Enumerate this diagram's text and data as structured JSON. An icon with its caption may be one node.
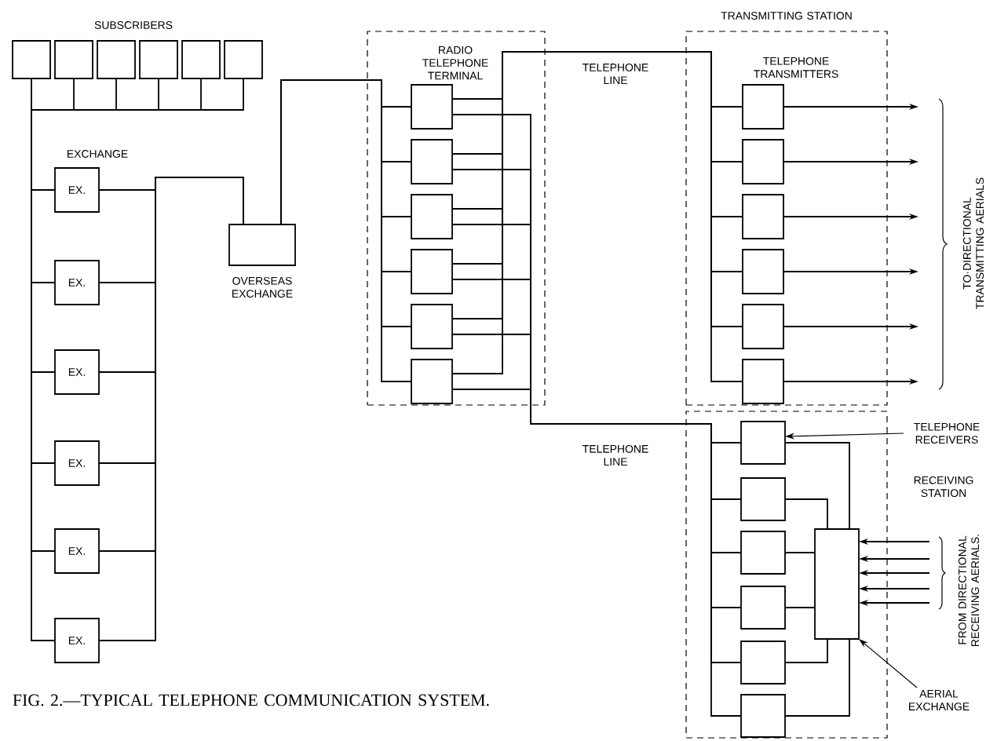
{
  "diagram": {
    "caption": "FIG. 2.—TYPICAL TELEPHONE COMMUNICATION SYSTEM.",
    "nodes": [
      {
        "text": [],
        "shape": "box"
      },
      {
        "text": [],
        "shape": "box"
      },
      {
        "text": [],
        "shape": "box"
      },
      {
        "text": [],
        "shape": "box"
      },
      {
        "text": [],
        "shape": "box"
      },
      {
        "text": [],
        "shape": "box"
      },
      {
        "text": [
          "EX."
        ]
      },
      {
        "text": [
          "EX."
        ]
      },
      {
        "text": [
          "EX."
        ]
      },
      {
        "text": [
          "EX."
        ]
      },
      {
        "text": [
          "EX."
        ]
      },
      {
        "text": [
          "EX."
        ]
      },
      {
        "text": [
          "OVERSEAS EXCHANGE"
        ]
      },
      {
        "text": [
          "RADIO TELEPHONE TERMINAL"
        ]
      },
      {
        "text": [],
        "shape": "box",
        "in": 13
      },
      {
        "text": [],
        "shape": "box",
        "in": 13
      },
      {
        "text": [],
        "shape": "box",
        "in": 13
      },
      {
        "text": [],
        "shape": "box",
        "in": 13
      },
      {
        "text": [],
        "shape": "box",
        "in": 13
      },
      {
        "text": [],
        "shape": "box",
        "in": 13
      },
      {
        "text": [
          "TRANSMITTING STATION",
          "TELEPHONE TRANSMITTERS"
        ]
      },
      {
        "text": [],
        "shape": "box",
        "in": 20
      },
      {
        "text": [],
        "shape": "box",
        "in": 20
      },
      {
        "text": [],
        "shape": "box",
        "in": 20
      },
      {
        "text": [],
        "shape": "box",
        "in": 20
      },
      {
        "text": [],
        "shape": "box",
        "in": 20
      },
      {
        "text": [],
        "shape": "box",
        "in": 20
      },
      {
        "text": [
          "RECEIVING STATION"
        ]
      },
      {
        "text": [],
        "shape": "box",
        "in": 27
      },
      {
        "text": [],
        "shape": "box",
        "in": 27
      },
      {
        "text": [],
        "shape": "box",
        "in": 27
      },
      {
        "text": [],
        "shape": "box",
        "in": 27
      },
      {
        "text": [],
        "shape": "box",
        "in": 27
      },
      {
        "text": [],
        "shape": "box",
        "in": 27
      },
      {
        "text": [],
        "shape": "box",
        "in": 27
      },
      {
        "text": [
          "TELEPHONE RECEIVERS"
        ]
      },
      {
        "text": [
          "AERIAL EXCHANGE"
        ]
      }
    ],
    "edges": [
      {
        "from": 0,
        "to": 6,
        "arrow": "none"
      },
      {
        "from": 1,
        "to": 6,
        "arrow": "none"
      },
      {
        "from": 2,
        "to": 6,
        "arrow": "none"
      },
      {
        "from": 3,
        "to": 6,
        "arrow": "none"
      },
      {
        "from": 4,
        "to": 6,
        "arrow": "none"
      },
      {
        "from": 5,
        "to": 6,
        "arrow": "none"
      },
      {
        "from": 6,
        "to": 7,
        "arrow": "none"
      },
      {
        "from": 6,
        "to": 8,
        "arrow": "none"
      },
      {
        "from": 6,
        "to": 9,
        "arrow": "none"
      },
      {
        "from": 6,
        "to": 10,
        "arrow": "none"
      },
      {
        "from": 6,
        "to": 11,
        "arrow": "none"
      },
      {
        "from": 6,
        "to": 12,
        "arrow": "none"
      },
      {
        "from": 7,
        "to": 12,
        "arrow": "none"
      },
      {
        "from": 8,
        "to": 12,
        "arrow": "none"
      },
      {
        "from": 9,
        "to": 12,
        "arrow": "none"
      },
      {
        "from": 10,
        "to": 12,
        "arrow": "none"
      },
      {
        "from": 11,
        "to": 12,
        "arrow": "none"
      },
      {
        "from": 12,
        "to": 14,
        "arrow": "none"
      },
      {
        "from": 12,
        "to": 15,
        "arrow": "none"
      },
      {
        "from": 12,
        "to": 16,
        "arrow": "none"
      },
      {
        "from": 12,
        "to": 17,
        "arrow": "none"
      },
      {
        "from": 12,
        "to": 18,
        "arrow": "none"
      },
      {
        "from": 12,
        "to": 19,
        "arrow": "none"
      },
      {
        "from": 14,
        "to": 21,
        "arrow": "none"
      },
      {
        "from": 15,
        "to": 22,
        "arrow": "none"
      },
      {
        "from": 16,
        "to": 23,
        "arrow": "none"
      },
      {
        "from": 17,
        "to": 24,
        "arrow": "none"
      },
      {
        "from": 18,
        "to": 25,
        "arrow": "none"
      },
      {
        "from": 19,
        "to": 26,
        "arrow": "none"
      },
      {
        "from": 14,
        "to": 28,
        "arrow": "none"
      },
      {
        "from": 15,
        "to": 29,
        "arrow": "none"
      },
      {
        "from": 16,
        "to": 30,
        "arrow": "none"
      },
      {
        "from": 17,
        "to": 31,
        "arrow": "none"
      },
      {
        "from": 18,
        "to": 32,
        "arrow": "none"
      },
      {
        "from": 19,
        "to": 33,
        "arrow": "none"
      },
      {
        "from": 21,
        "to": null,
        "arrow": "to"
      },
      {
        "from": 22,
        "to": null,
        "arrow": "to"
      },
      {
        "from": 23,
        "to": null,
        "arrow": "to"
      },
      {
        "from": 24,
        "to": null,
        "arrow": "to"
      },
      {
        "from": 25,
        "to": null,
        "arrow": "to"
      },
      {
        "from": 26,
        "to": null,
        "arrow": "to"
      },
      {
        "from": 28,
        "to": 34,
        "arrow": "none"
      },
      {
        "from": 29,
        "to": 34,
        "arrow": "none"
      },
      {
        "from": 30,
        "to": 34,
        "arrow": "none"
      },
      {
        "from": 31,
        "to": 34,
        "arrow": "none"
      },
      {
        "from": 32,
        "to": 34,
        "arrow": "none"
      },
      {
        "from": 33,
        "to": 34,
        "arrow": "none"
      },
      {
        "from": null,
        "to": 34,
        "arrow": "to"
      },
      {
        "from": null,
        "to": 34,
        "arrow": "to"
      },
      {
        "from": null,
        "to": 34,
        "arrow": "to"
      },
      {
        "from": null,
        "to": 34,
        "arrow": "to"
      },
      {
        "from": null,
        "to": 34,
        "arrow": "to"
      },
      {
        "from": 35,
        "to": 28,
        "arrow": "to"
      },
      {
        "from": 36,
        "to": 34,
        "arrow": "to"
      }
    ],
    "labels": [
      "SUBSCRIBERS",
      "EXCHANGE",
      "TELEPHONE LINE",
      "TO·DIRECTIONAL TRANSMITTING AERIALS",
      "TELEPHONE LINE",
      "FROM DIRECTIONAL RECEIVING AERIALS."
    ]
  }
}
